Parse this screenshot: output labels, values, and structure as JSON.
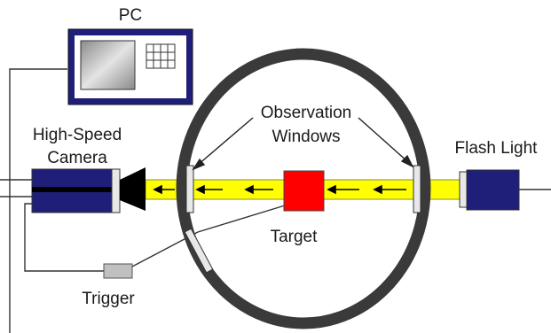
{
  "labels": {
    "pc": "PC",
    "observation_line1": "Observation",
    "observation_line2": "Windows",
    "high_speed_line1": "High-Speed",
    "high_speed_line2": "Camera",
    "flash_light": "Flash Light",
    "target": "Target",
    "trigger": "Trigger"
  },
  "colors": {
    "chamber_ring": "#3a3a3a",
    "navy": "#1f1f7a",
    "light_beam": "#ffff00",
    "target": "#ff0000",
    "window": "#e8e8e8",
    "trigger": "#c0c0c0",
    "lens": "#000000",
    "wire": "#333333"
  },
  "icons": {
    "pc": "computer-icon",
    "keypad": "keypad-icon",
    "arrows": "arrow-left-icon"
  }
}
